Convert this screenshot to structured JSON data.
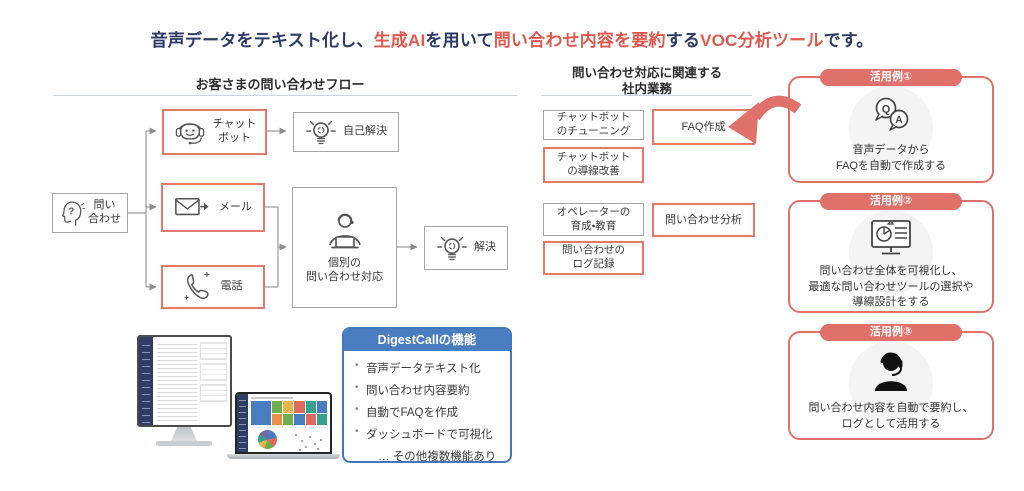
{
  "title": {
    "p1": "音声データをテキスト化し、",
    "p2": "生成AI",
    "p3": "を用いて",
    "p4": "問い合わせ内容を要約",
    "p5": "する",
    "p6": "VOC分析ツール",
    "p7": "です。"
  },
  "flow": {
    "header": "お客さまの問い合わせフロー",
    "inquiry": {
      "line1": "問い",
      "line2": "合わせ"
    },
    "chatbot": {
      "line1": "チャット",
      "line2": "ボット"
    },
    "self_resolve": "自己解決",
    "mail": "メール",
    "phone": "電話",
    "individual": {
      "line1": "個別の",
      "line2": "問い合わせ対応"
    },
    "solve": "解決"
  },
  "internal_tasks": {
    "header_line1": "問い合わせ対応に関連する",
    "header_line2": "社内業務",
    "tuning": {
      "line1": "チャットボット",
      "line2": "のチューニング"
    },
    "faq": "FAQ作成",
    "guide": {
      "line1": "チャットボット",
      "line2": "の導線改善"
    },
    "operator": {
      "line1": "オペレーターの",
      "line2": "育成・教育"
    },
    "analysis": "問い合わせ分析",
    "log": {
      "line1": "問い合わせの",
      "line2": "ログ記録"
    }
  },
  "examples": [
    {
      "badge": "活用例①",
      "icon": "qa-speech-bubbles-icon",
      "lines": [
        "音声データから",
        "FAQを自動で作成する"
      ]
    },
    {
      "badge": "活用例②",
      "icon": "dashboard-monitor-icon",
      "lines": [
        "問い合わせ全体を可視化し、",
        "最適な問い合わせツールの選択や",
        "導線設計をする"
      ]
    },
    {
      "badge": "活用例③",
      "icon": "operator-headset-icon",
      "lines": [
        "問い合わせ内容を自動で要約し、",
        "ログとして活用する"
      ]
    }
  ],
  "features": {
    "header": "DigestCallの機能",
    "items": [
      "音声データテキスト化",
      "問い合わせ内容要約",
      "自動でFAQを作成",
      "ダッシュボードで可視化"
    ],
    "footnote": "… その他複数機能あり"
  },
  "icons": {
    "question_mark": "?",
    "qa_q": "Q",
    "qa_a": "A"
  },
  "colors": {
    "title_navy": "#2b3a66",
    "accent_red": "#e2574e",
    "box_border_red": "#e4786e",
    "box_border_gray": "#a6a6a6",
    "badge_red": "#e0716a",
    "feature_blue": "#4a7cc0",
    "sidebar_navy": "#2e3d66"
  }
}
